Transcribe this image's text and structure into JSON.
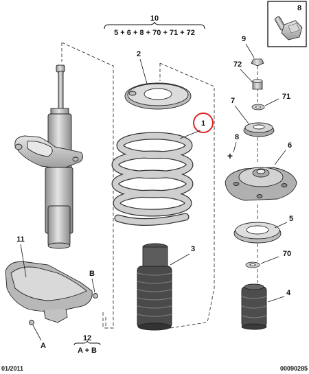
{
  "diagram": {
    "header_number": "10",
    "header_formula": "5 + 6 + 8 + 70 + 71 + 72",
    "bottom_number": "12",
    "bottom_formula": "A + B",
    "footer_date": "01/2011",
    "footer_ref": "00090285",
    "labels": {
      "l1": "1",
      "l2": "2",
      "l3": "3",
      "l4": "4",
      "l5": "5",
      "l6": "6",
      "l7": "7",
      "l8": "8",
      "l8box": "8",
      "l9": "9",
      "l11": "11",
      "l70": "70",
      "l71": "71",
      "l72": "72",
      "lA": "A",
      "lB": "B"
    },
    "colors": {
      "part": "#c9c9c9",
      "part_dark": "#9a9a9a",
      "outline": "#222222",
      "highlight": "#e02020"
    }
  }
}
